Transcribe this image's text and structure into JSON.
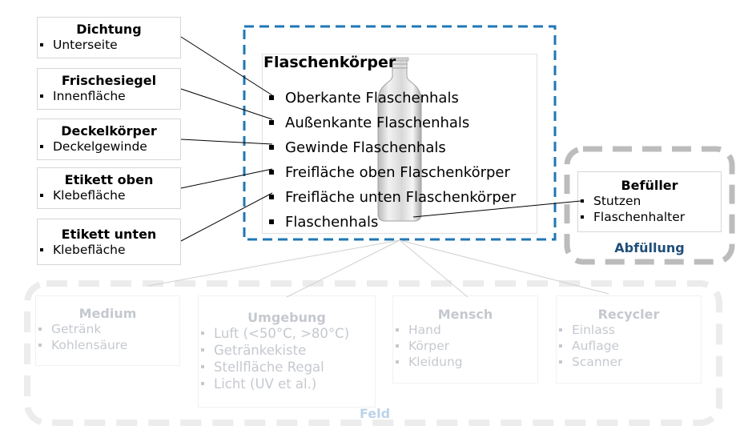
{
  "left_boxes": [
    {
      "title": "Dichtung",
      "items": [
        "Unterseite"
      ]
    },
    {
      "title": "Frischesiegel",
      "items": [
        "Innenfläche"
      ]
    },
    {
      "title": "Deckelkörper",
      "items": [
        "Deckelgewinde"
      ]
    },
    {
      "title": "Etikett oben",
      "items": [
        "Klebefläche"
      ]
    },
    {
      "title": "Etikett unten",
      "items": [
        "Klebefläche"
      ]
    }
  ],
  "main": {
    "title": "Flaschenkörper",
    "items": [
      "Oberkante Flaschenhals",
      "Außenkante Flaschenhals",
      "Gewinde Flaschenhals",
      "Freifläche oben Flaschenkörper",
      "Freifläche unten Flaschenkörper",
      "Flaschenhals"
    ]
  },
  "filler": {
    "title": "Befüller",
    "items": [
      "Stutzen",
      "Flaschenhalter"
    ],
    "group_label": "Abfüllung"
  },
  "field": {
    "group_label": "Feld",
    "boxes": [
      {
        "title": "Medium",
        "items": [
          "Getränk",
          "Kohlensäure"
        ]
      },
      {
        "title": "Umgebung",
        "items": [
          "Luft (<50°C, >80°C)",
          "Getränkekiste",
          "Stellfläche Regal",
          "Licht (UV et al.)"
        ]
      },
      {
        "title": "Mensch",
        "items": [
          "Hand",
          "Körper",
          "Kleidung"
        ]
      },
      {
        "title": "Recycler",
        "items": [
          "Einlass",
          "Auflage",
          "Scanner"
        ]
      }
    ]
  },
  "colors": {
    "blue_dash": "#1f77b4",
    "gray_dash": "#bcbcbc",
    "label_blue": "#1f4e79",
    "faded_text": "#c5c9cf",
    "faded_label": "#bcd3e8"
  }
}
